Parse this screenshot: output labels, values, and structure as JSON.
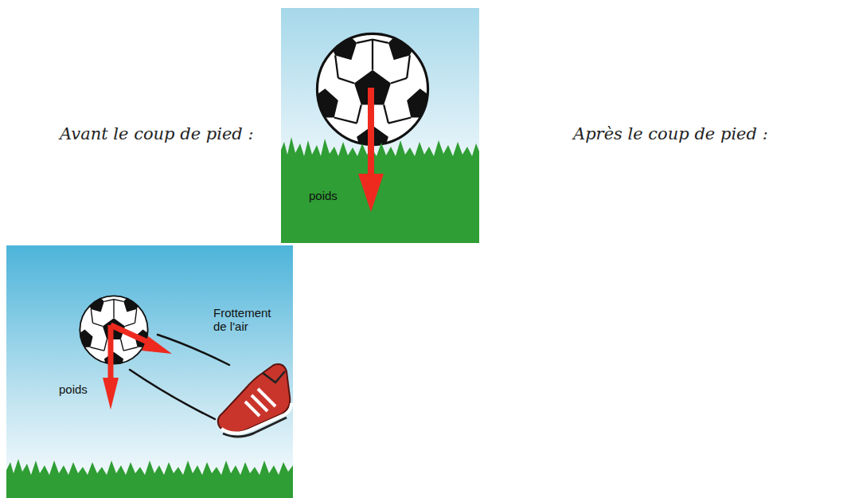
{
  "diagram": {
    "labels": [
      "Avant le coup de pied :",
      "Après le coup de pied :",
      "poids",
      "Frottement de l'air",
      "poids"
    ]
  }
}
